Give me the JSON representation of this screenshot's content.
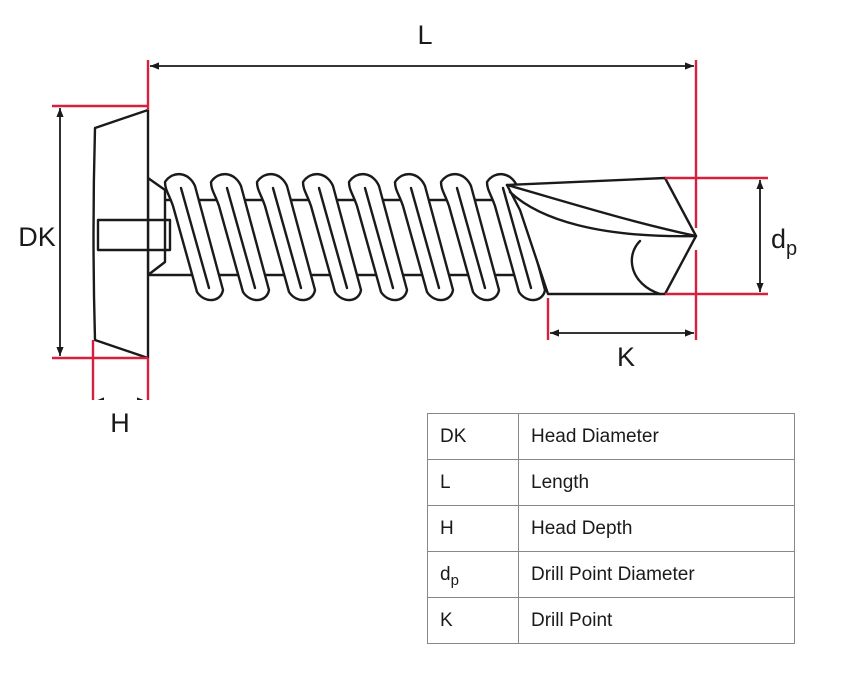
{
  "labels": {
    "length": "L",
    "head_diameter": "DK",
    "head_depth": "H",
    "drill_point": "K",
    "drill_point_diameter_base": "d",
    "drill_point_diameter_sub": "p"
  },
  "legend": [
    {
      "symbol": "DK",
      "sub": "",
      "description": "Head Diameter"
    },
    {
      "symbol": "L",
      "sub": "",
      "description": "Length"
    },
    {
      "symbol": "H",
      "sub": "",
      "description": "Head Depth"
    },
    {
      "symbol": "d",
      "sub": "p",
      "description": "Drill Point Diameter"
    },
    {
      "symbol": "K",
      "sub": "",
      "description": "Drill Point"
    }
  ],
  "colors": {
    "extension_lines": "#d6203d",
    "outline": "#1a1a1a",
    "table_border": "#888888"
  }
}
